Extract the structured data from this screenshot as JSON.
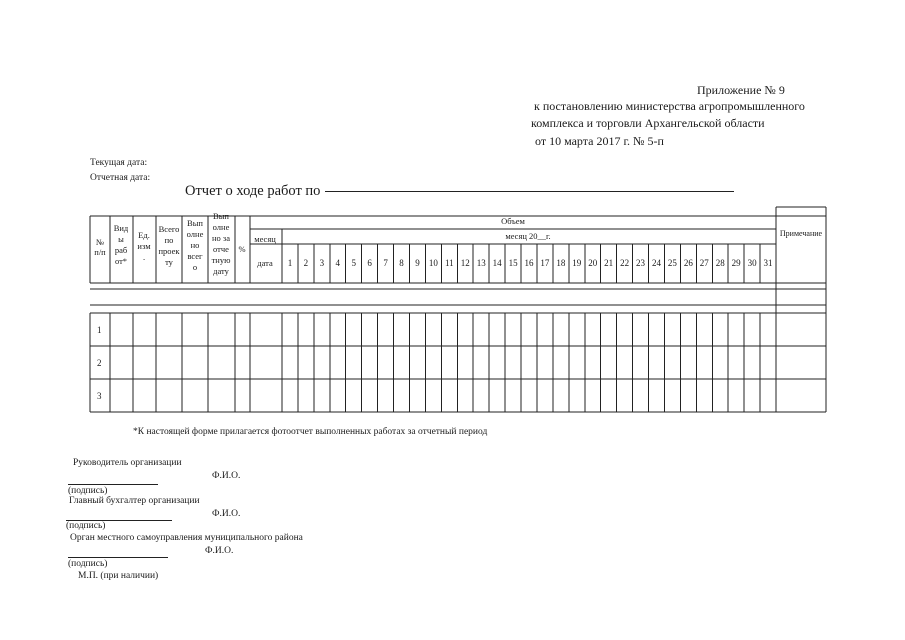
{
  "appendix": {
    "line1": "Приложение № 9",
    "line2": "к постановлению министерства агропромышленного",
    "line3": "комплекса и торговли Архангельской области",
    "line4": "от 10 марта 2017 г.  № 5-п"
  },
  "meta": {
    "current_date_label": "Текущая дата:",
    "report_date_label": "Отчетная дата:"
  },
  "report_title": "Отчет о ходе работ по",
  "table": {
    "h_num": [
      "№",
      "п/п"
    ],
    "h_work_type": [
      "Вид",
      "ы",
      "раб",
      "от*"
    ],
    "h_unit": [
      "Ед.",
      "изм",
      "."
    ],
    "h_total": [
      "Всего",
      "по",
      "проек",
      "ту"
    ],
    "h_done_total": [
      "Вып",
      "олне",
      "но",
      "всег",
      "о"
    ],
    "h_done_period": [
      "Вып",
      "олне",
      "но за",
      "отче",
      "тную",
      "дату"
    ],
    "h_percent": "%",
    "h_volume": "Объем",
    "h_month_label": "месяц",
    "h_month_value": "месяц  20__г.",
    "h_date_label": "дата",
    "days": [
      "1",
      "2",
      "3",
      "4",
      "5",
      "6",
      "7",
      "8",
      "9",
      "10",
      "11",
      "12",
      "13",
      "14",
      "15",
      "16",
      "17",
      "18",
      "19",
      "20",
      "21",
      "22",
      "23",
      "24",
      "25",
      "26",
      "27",
      "28",
      "29",
      "30",
      "31"
    ],
    "h_note": "Примечание",
    "rows": [
      "1",
      "2",
      "3"
    ]
  },
  "footnote": "*К настоящей форме прилагается фотоотчет  выполненных работах за отчетный период",
  "signatures": {
    "head_label": "Руководитель организации",
    "head_fio": "Ф.И.О.",
    "head_sign": "(подпись)",
    "accountant_label": "Главный бухгалтер организации",
    "accountant_fio": "Ф.И.О.",
    "accountant_sign": "(подпись)",
    "municipal_label": "Орган местного самоуправления муниципального района",
    "municipal_fio": "Ф.И.О.",
    "municipal_sign": "(подпись)",
    "seal": "М.П. (при наличии)"
  }
}
